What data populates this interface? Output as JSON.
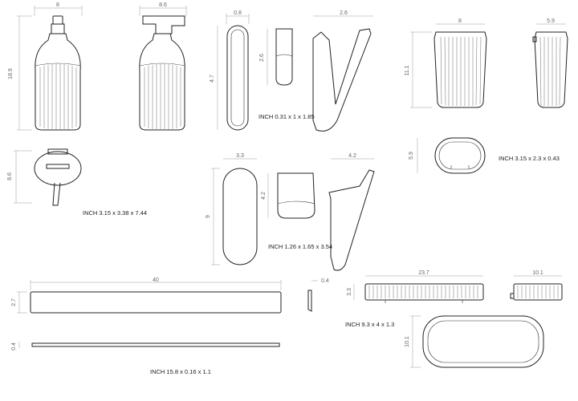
{
  "dims": {
    "pump_front_width": "8",
    "pump_side_width": "8.6",
    "pump_height": "18.9",
    "pump_top_depth": "8.6",
    "hook_top": "0.8",
    "hook_height": "4.7",
    "hook_clip_height": "2.6",
    "hook_side_width": "2.6",
    "cup_front_width": "8",
    "cup_side_width": "5.9",
    "cup_height": "11.1",
    "cup_top_depth": "5.9",
    "large_hook_width": "3.3",
    "large_hook_height": "9",
    "large_clip_height": "4.2",
    "large_hook_side_width": "4.2",
    "shelf_length": "40",
    "shelf_height": "2.7",
    "shelf_thickness": "0.4",
    "shelf_end_thickness": "0.4",
    "tray_width": "23.7",
    "tray_height": "3.3",
    "tray_side_width": "10.1",
    "tray_depth": "10.1"
  },
  "captions": {
    "pump": "INCH 3.15 x 3.38 x 7.44",
    "hook_small": "INCH 0.31 x 1 x 1.85",
    "cup": "INCH 3.15 x 2.3 x 0.43",
    "hook_large": "INCH 1.26 x 1.65 x 3.54",
    "shelf": "INCH 15.8 x 0.16 x 1.1",
    "tray": "INCH 9.3 x 4 x 1.3"
  }
}
